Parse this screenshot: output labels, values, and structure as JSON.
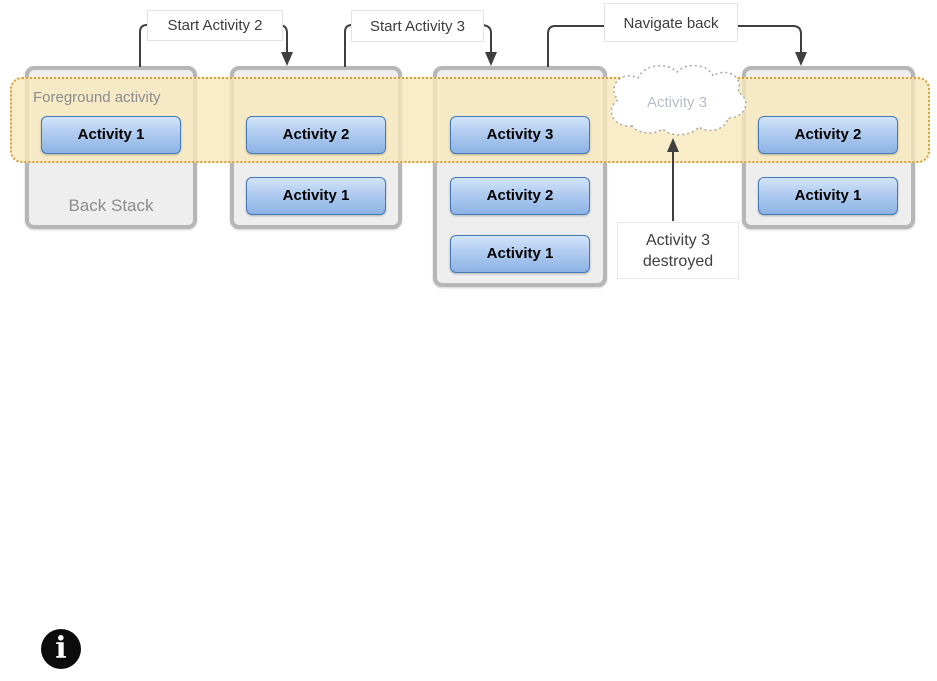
{
  "band": {
    "label": "Foreground activity"
  },
  "back_stack_label": "Back Stack",
  "stacks": [
    {
      "activities": [
        "Activity 1"
      ]
    },
    {
      "activities": [
        "Activity 2",
        "Activity 1"
      ]
    },
    {
      "activities": [
        "Activity 3",
        "Activity 2",
        "Activity 1"
      ]
    },
    {
      "activities": [
        "Activity 2",
        "Activity 1"
      ]
    }
  ],
  "callouts": [
    {
      "label": "Start Activity 2"
    },
    {
      "label": "Start Activity 3"
    },
    {
      "label": "Navigate back"
    }
  ],
  "cloud": {
    "label": "Activity 3"
  },
  "destroyed_note": {
    "line1": "Activity 3",
    "line2": "destroyed"
  },
  "info_icon_glyph": "i",
  "colors": {
    "band_fill": "#f7e8c0",
    "band_border": "#d99f38",
    "stack_border": "#b6b6b6",
    "stack_fill": "#eeeeee",
    "button_border": "#4379b8",
    "button_gradient_top": "#d2e4f9",
    "button_gradient_bottom": "#8cb3e5",
    "connector_line": "#3f3f3f",
    "muted_text": "#8c8c8c",
    "cloud_text": "#b6bdc9"
  }
}
